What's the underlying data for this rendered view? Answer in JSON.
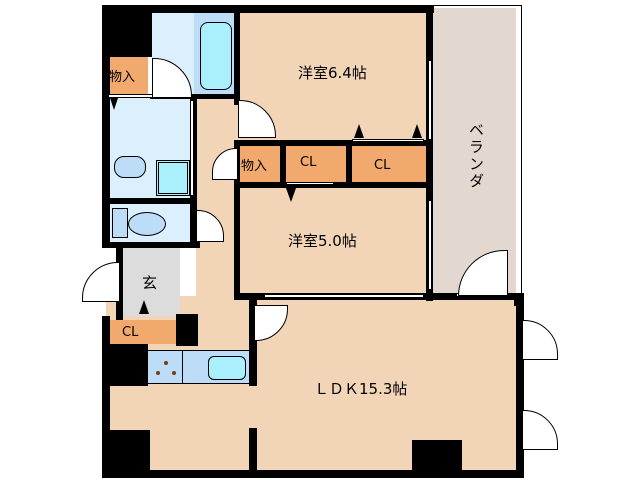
{
  "floorplan": {
    "rooms": {
      "western_room_1": {
        "label": "洋室6.4帖",
        "size_jo": 6.4
      },
      "western_room_2": {
        "label": "洋室5.0帖",
        "size_jo": 5.0
      },
      "ldk": {
        "label": "ＬＤＫ15.3帖",
        "size_jo": 15.3
      },
      "veranda": {
        "label": "ベランダ"
      },
      "entrance": {
        "label": "玄"
      },
      "storage_top_left": {
        "label": "物入"
      },
      "storage_mid": {
        "label": "物入"
      },
      "closet_1": {
        "label": "CL"
      },
      "closet_2": {
        "label": "CL"
      },
      "closet_entrance": {
        "label": "CL"
      }
    },
    "colors": {
      "room_floor": "#f2d4b7",
      "wet_area": "#dbeffc",
      "storage": "#f1a96e",
      "veranda": "#e3d8cf",
      "entrance": "#dcdcdc",
      "wall": "#000000"
    }
  }
}
